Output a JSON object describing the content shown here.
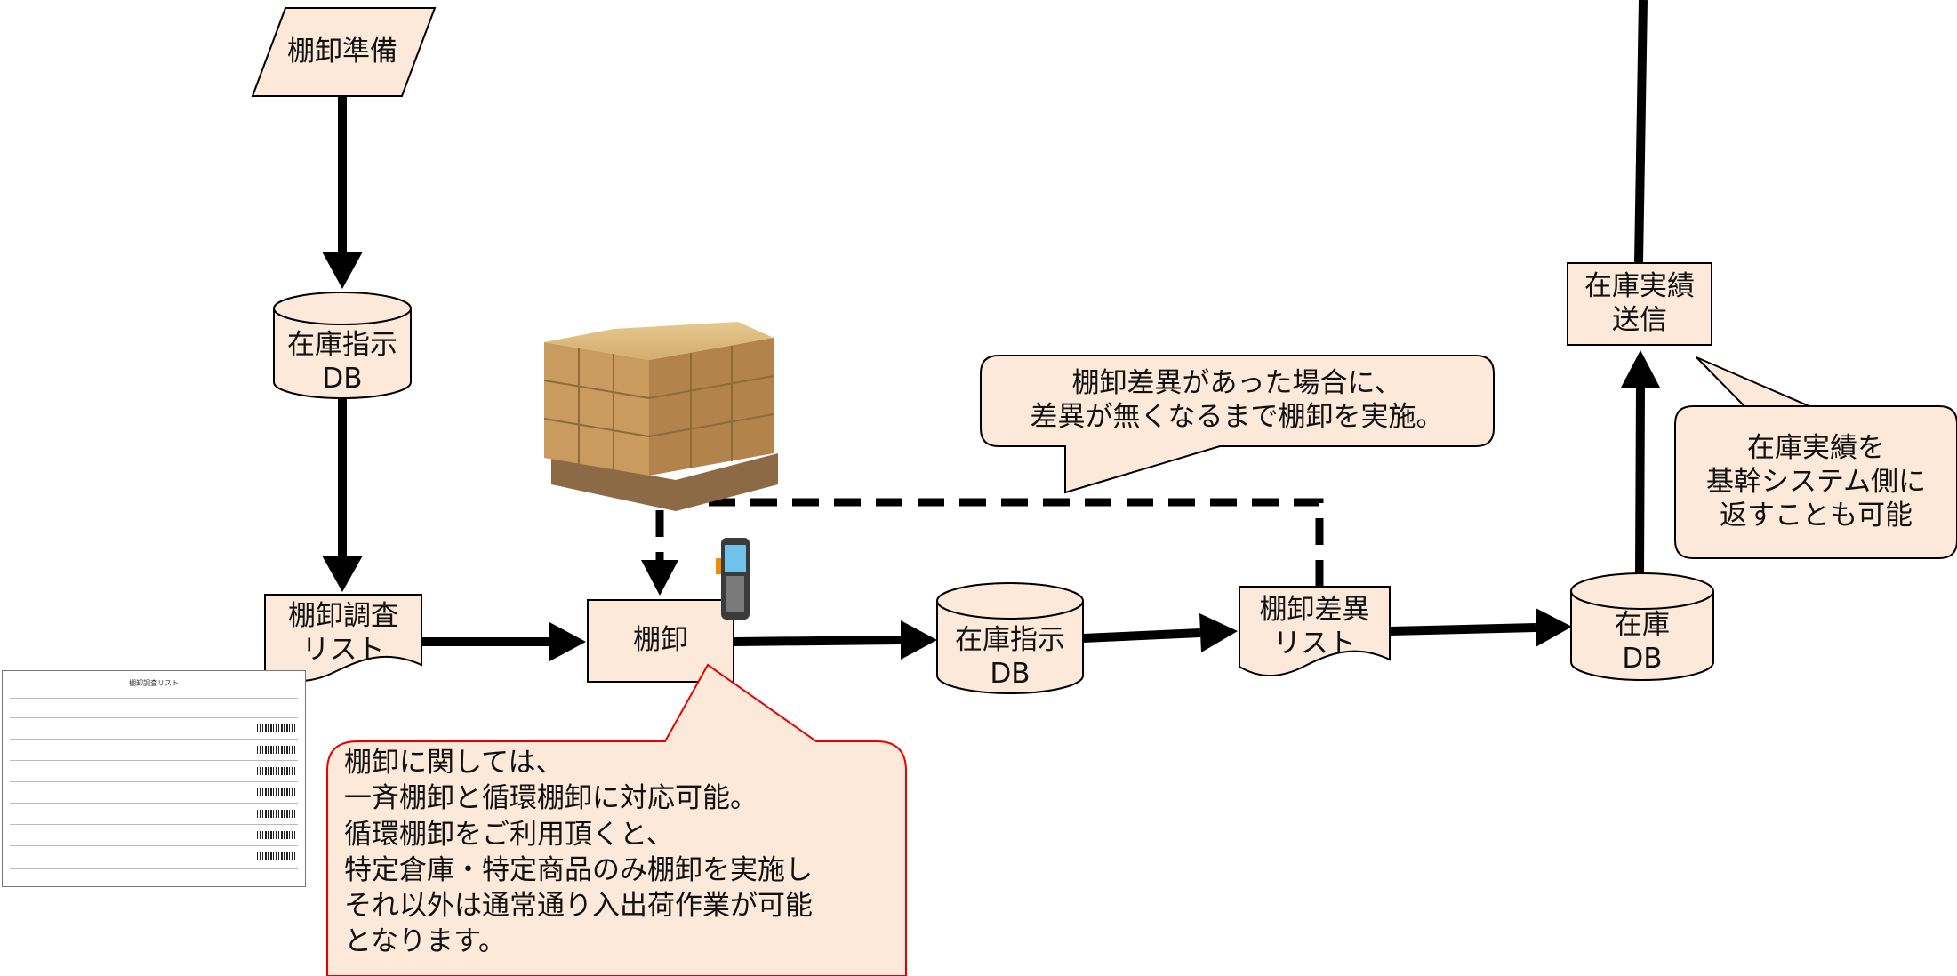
{
  "nodes": {
    "prep": "棚卸準備",
    "db1": "在庫指示\nDB",
    "survey": "棚卸調査\nリスト",
    "inventory": "棚卸",
    "db2": "在庫指示\nDB",
    "diff_list": "棚卸差異\nリスト",
    "stock_db": "在庫\nDB",
    "send": "在庫実績\n送信"
  },
  "callouts": {
    "diff_note": "棚卸差異があった場合に、\n差異が無くなるまで棚卸を実施。",
    "return_note": "在庫実績を\n基幹システム側に\n返すことも可能",
    "inventory_note": "棚卸に関しては、\n一斉棚卸と循環棚卸に対応可能。\n循環棚卸をご利用頂くと、\n特定倉庫・特定商品のみ棚卸を実施し\nそれ以外は通常通り入出荷作業が可能\nとなります。"
  },
  "thumbnail": {
    "title": "棚卸調査リスト"
  },
  "colors": {
    "shape_fill": "#fde9d9",
    "outline": "#000000",
    "red_outline": "#e60000",
    "arrow": "#000000"
  },
  "images": {
    "boxes": "cardboard-boxes-on-pallet",
    "scanner": "handheld-barcode-scanner"
  }
}
